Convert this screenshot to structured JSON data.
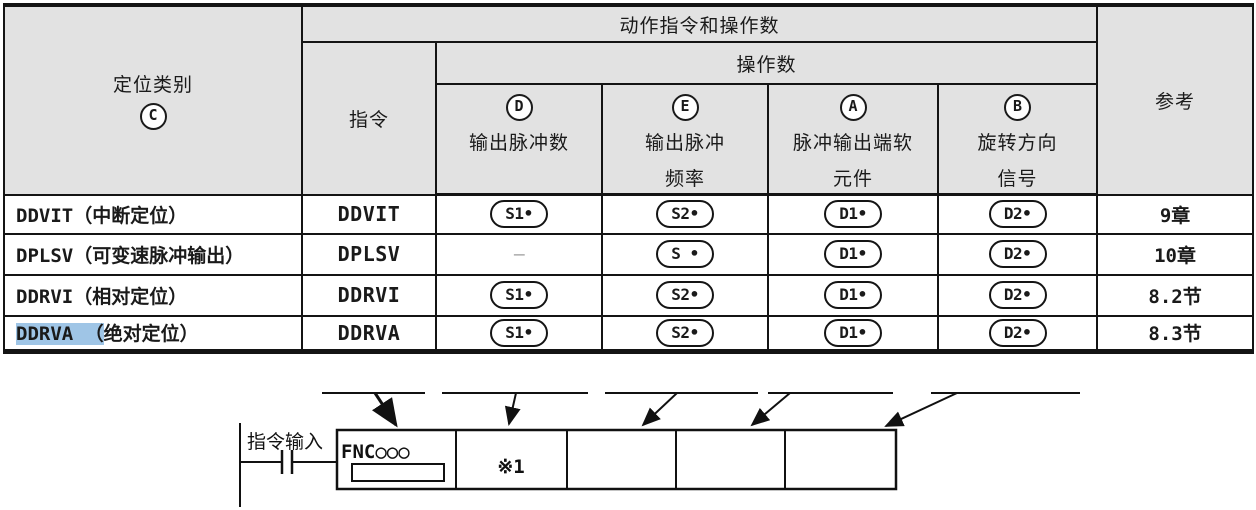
{
  "colors": {
    "header_bg": "#e2e2e2",
    "highlight": "#9fc5e6",
    "border": "#141414"
  },
  "table": {
    "header": {
      "category_label": "定位类别",
      "category_circle": "C",
      "group_action": "动作指令和操作数",
      "instruction_label": "指令",
      "group_operand": "操作数",
      "operand_cols": [
        {
          "circle": "D",
          "line1": "输出脉冲数",
          "line2": ""
        },
        {
          "circle": "E",
          "line1": "输出脉冲",
          "line2": "频率"
        },
        {
          "circle": "A",
          "line1": "脉冲输出端软",
          "line2": "元件"
        },
        {
          "circle": "B",
          "line1": "旋转方向",
          "line2": "信号"
        }
      ],
      "reference_label": "参考"
    },
    "rows": [
      {
        "name_hl": "",
        "name": "DDVIT（中断定位）",
        "instruction": "DDVIT",
        "operands": [
          "S1•",
          "S2•",
          "D1•",
          "D2•"
        ],
        "reference": "9章"
      },
      {
        "name_hl": "",
        "name": "DPLSV（可变速脉冲输出）",
        "instruction": "DPLSV",
        "operands": [
          "—",
          "S •",
          "D1•",
          "D2•"
        ],
        "reference": "10章"
      },
      {
        "name_hl": "",
        "name": "DDRVI（相对定位）",
        "instruction": "DDRVI",
        "operands": [
          "S1•",
          "S2•",
          "D1•",
          "D2•"
        ],
        "reference": "8.2节"
      },
      {
        "name_hl": "DDRVA （",
        "name": "绝对定位）",
        "instruction": "DDRVA",
        "operands": [
          "S1•",
          "S2•",
          "D1•",
          "D2•"
        ],
        "reference": "8.3节"
      }
    ]
  },
  "diagram": {
    "input_label": "指令输入",
    "fnc_label": "FNC○○○",
    "note_label": "※1"
  }
}
